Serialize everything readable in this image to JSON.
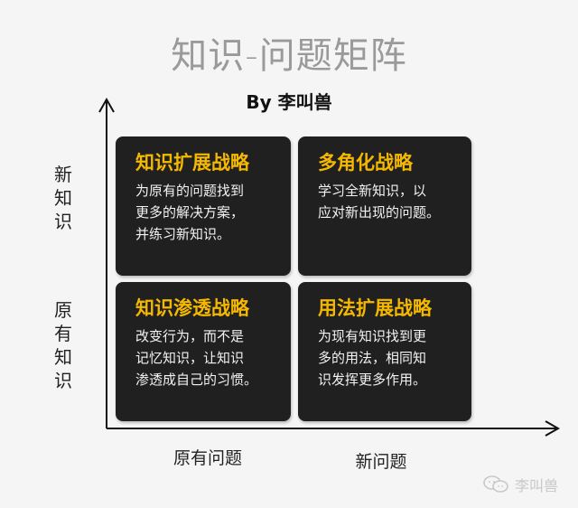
{
  "title": "知识-问题矩阵",
  "subtitle": "By 李叫兽",
  "axes": {
    "y_top": "新知识",
    "y_bottom": "原有知识",
    "x_left": "原有问题",
    "x_right": "新问题"
  },
  "quadrants": [
    {
      "heading": "知识扩展战略",
      "body": "为原有的问题找到\n更多的解决方案，\n并练习新知识。"
    },
    {
      "heading": "多角化战略",
      "body": "学习全新知识，以\n应对新出现的问题。"
    },
    {
      "heading": "知识渗透战略",
      "body": "改变行为，而不是\n记忆知识，让知识\n渗透成自己的习惯。"
    },
    {
      "heading": "用法扩展战略",
      "body": "为现有知识找到更\n多的用法，相同知\n识发挥更多作用。"
    }
  ],
  "colors": {
    "card_bg": "#202020",
    "heading": "#f5b800",
    "axis": "#111111"
  },
  "watermark": {
    "icon": "wechat-icon",
    "text": "李叫兽"
  }
}
